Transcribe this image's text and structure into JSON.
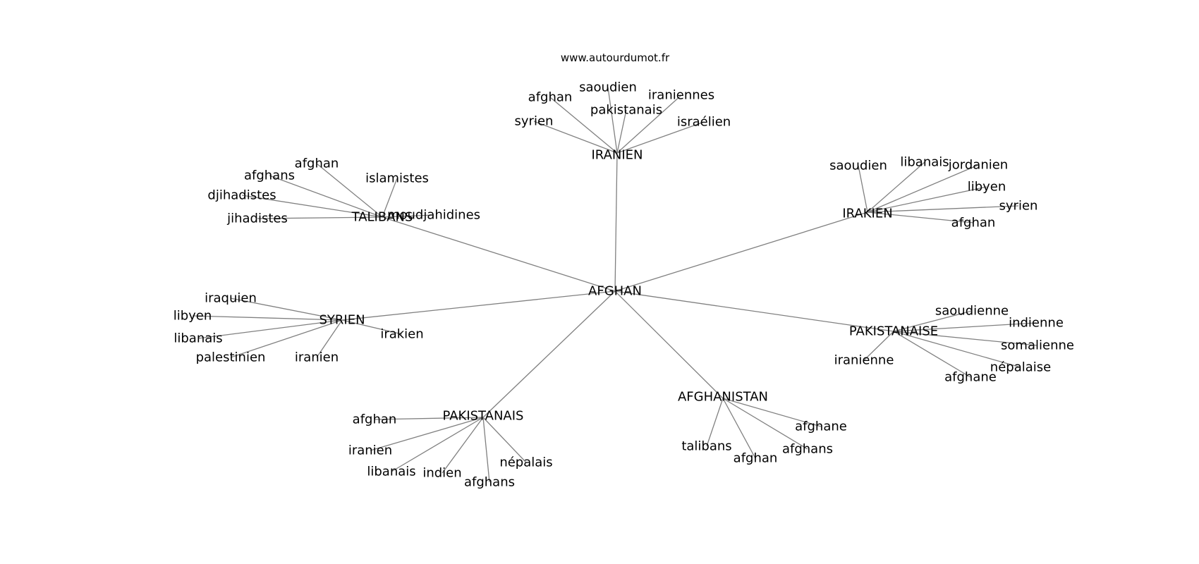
{
  "watermark": "www.autourdumot.fr",
  "center": {
    "id": "afghan",
    "label": "AFGHAN"
  },
  "hubs": [
    {
      "id": "iranien",
      "label": "IRANIEN",
      "children": [
        "afghan",
        "saoudien",
        "iraniennes",
        "pakistanais",
        "syrien",
        "israélien"
      ]
    },
    {
      "id": "talibans",
      "label": "TALIBANS",
      "children": [
        "afghan",
        "afghans",
        "islamistes",
        "djihadistes",
        "moudjahidines",
        "jihadistes"
      ]
    },
    {
      "id": "irakien",
      "label": "IRAKIEN",
      "children": [
        "saoudien",
        "libanais",
        "jordanien",
        "libyen",
        "syrien",
        "afghan"
      ]
    },
    {
      "id": "syrien",
      "label": "SYRIEN",
      "children": [
        "iraquien",
        "libyen",
        "irakien",
        "libanais",
        "palestinien",
        "iranien"
      ]
    },
    {
      "id": "pakistanaise",
      "label": "PAKISTANAISE",
      "children": [
        "saoudienne",
        "indienne",
        "somalienne",
        "iranienne",
        "népalaise",
        "afghane"
      ]
    },
    {
      "id": "afghanistan",
      "label": "AFGHANISTAN",
      "children": [
        "afghane",
        "talibans",
        "afghans",
        "afghan"
      ]
    },
    {
      "id": "pakistanais",
      "label": "PAKISTANAIS",
      "children": [
        "afghan",
        "iranien",
        "népalais",
        "libanais",
        "indien",
        "afghans"
      ]
    }
  ]
}
